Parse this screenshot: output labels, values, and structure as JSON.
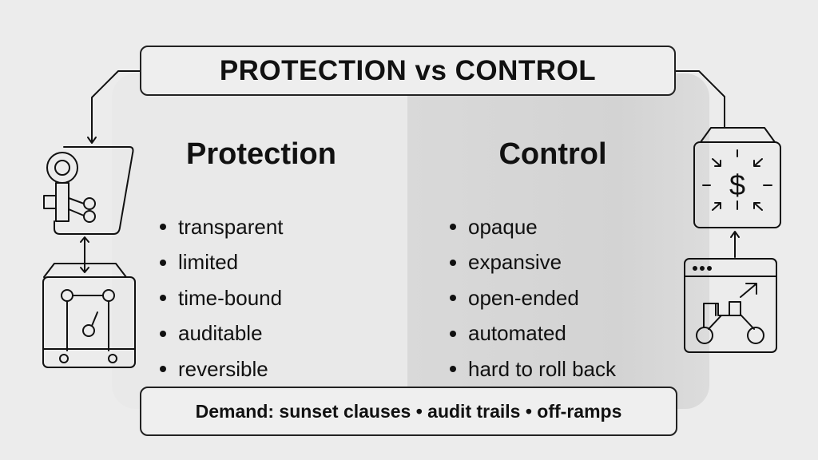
{
  "title": "PROTECTION vs CONTROL",
  "columns": [
    {
      "heading": "Protection",
      "items": [
        "transparent",
        "limited",
        "time-bound",
        "auditable",
        "reversible"
      ]
    },
    {
      "heading": "Control",
      "items": [
        "opaque",
        "expansive",
        "open-ended",
        "automated",
        "hard to roll back"
      ]
    }
  ],
  "footer": "Demand: sunset clauses • audit trails • off-ramps",
  "colors": {
    "line": "#111111",
    "left_panel": "#e9e9e9",
    "right_panel": "#d6d6d6"
  }
}
